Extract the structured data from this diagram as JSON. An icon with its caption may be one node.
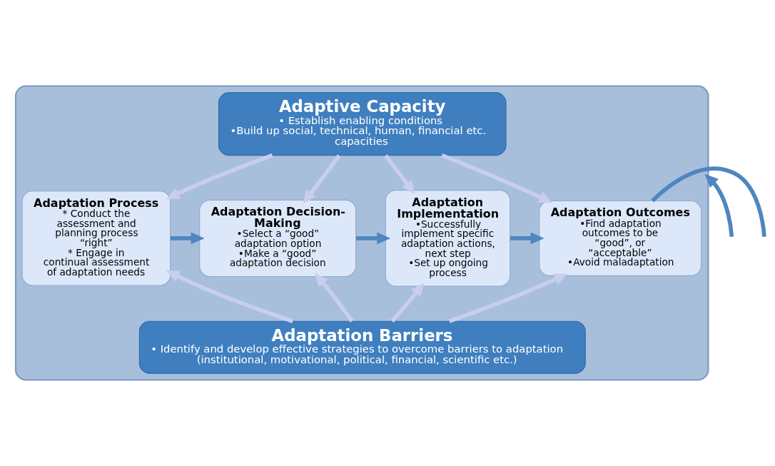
{
  "diagram": {
    "nodes": [
      {
        "text": [],
        "shape": "box"
      },
      {
        "text": [
          "Adaptive Capacity",
          "• Establish enabling conditions",
          "•Build up social, technical, human, financial etc. capacities"
        ],
        "in": 0
      },
      {
        "text": [
          "Adaptation Process",
          "* Conduct the assessment and planning process “right”",
          "* Engage in continual assessment of adaptation needs"
        ],
        "in": 0
      },
      {
        "text": [
          "Adaptation Decision-Making",
          "•Select a “good” adaptation option",
          "•Make a “good” adaptation decision"
        ],
        "in": 0
      },
      {
        "text": [
          "Adaptation Implementation",
          "•Successfully implement specific adaptation actions, next step",
          "•Set up ongoing process"
        ],
        "in": 0
      },
      {
        "text": [
          "Adaptation Outcomes",
          "•Find adaptation outcomes to be “good”, or “acceptable”",
          "•Avoid maladaptation"
        ],
        "in": 0
      },
      {
        "text": [
          "Adaptation Barriers",
          "• Identify and develop effective strategies to overcome barriers to adaptation",
          "(institutional, motivational, political, financial, scientific etc.)"
        ],
        "in": 0
      }
    ],
    "edges": [
      {
        "from": null,
        "to": 0,
        "arrow": "to",
        "color": "#4f86c0"
      },
      {
        "from": 1,
        "to": 2,
        "arrow": "to"
      },
      {
        "from": 1,
        "to": 3,
        "arrow": "to"
      },
      {
        "from": 1,
        "to": 4,
        "arrow": "to"
      },
      {
        "from": 1,
        "to": 5,
        "arrow": "to"
      },
      {
        "from": 2,
        "to": 3,
        "arrow": "to",
        "color": "#4f86c0"
      },
      {
        "from": 3,
        "to": 4,
        "arrow": "to",
        "color": "#4f86c0"
      },
      {
        "from": 4,
        "to": 5,
        "arrow": "to",
        "color": "#4f86c0"
      },
      {
        "from": 6,
        "to": 2,
        "arrow": "to"
      },
      {
        "from": 6,
        "to": 3,
        "arrow": "to"
      },
      {
        "from": 6,
        "to": 4,
        "arrow": "to"
      },
      {
        "from": 6,
        "to": 5,
        "arrow": "to"
      },
      {
        "from": 5,
        "to": null,
        "arrow": "none",
        "color": "#4f86c0"
      }
    ]
  }
}
